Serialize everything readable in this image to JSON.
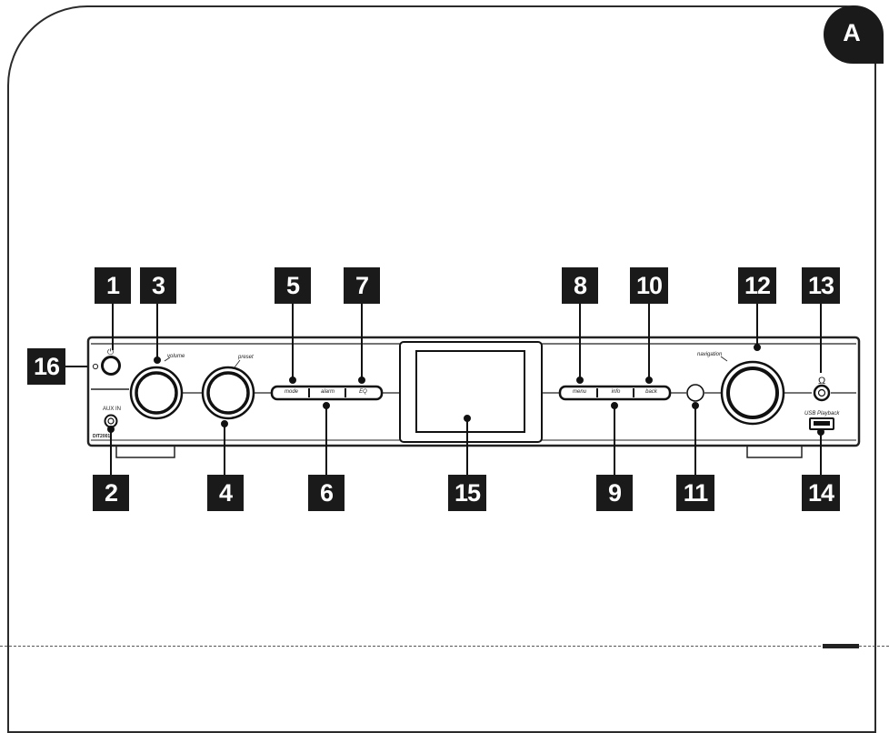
{
  "page": {
    "tab_label": "A"
  },
  "device": {
    "model": "DIT2001",
    "labels": {
      "volume": "volume",
      "preset": "preset",
      "aux_in": "AUX  IN",
      "navigation": "navigation",
      "usb_playback": "USB Playback"
    },
    "left_buttons": [
      "mode",
      "alarm",
      "EQ"
    ],
    "right_buttons": [
      "menu",
      "info",
      "back"
    ],
    "power_symbol": "⏻",
    "headphone_symbol": "Ω"
  },
  "callouts": {
    "c1": "1",
    "c2": "2",
    "c3": "3",
    "c4": "4",
    "c5": "5",
    "c6": "6",
    "c7": "7",
    "c8": "8",
    "c9": "9",
    "c10": "10",
    "c11": "11",
    "c12": "12",
    "c13": "13",
    "c14": "14",
    "c15": "15",
    "c16": "16"
  }
}
